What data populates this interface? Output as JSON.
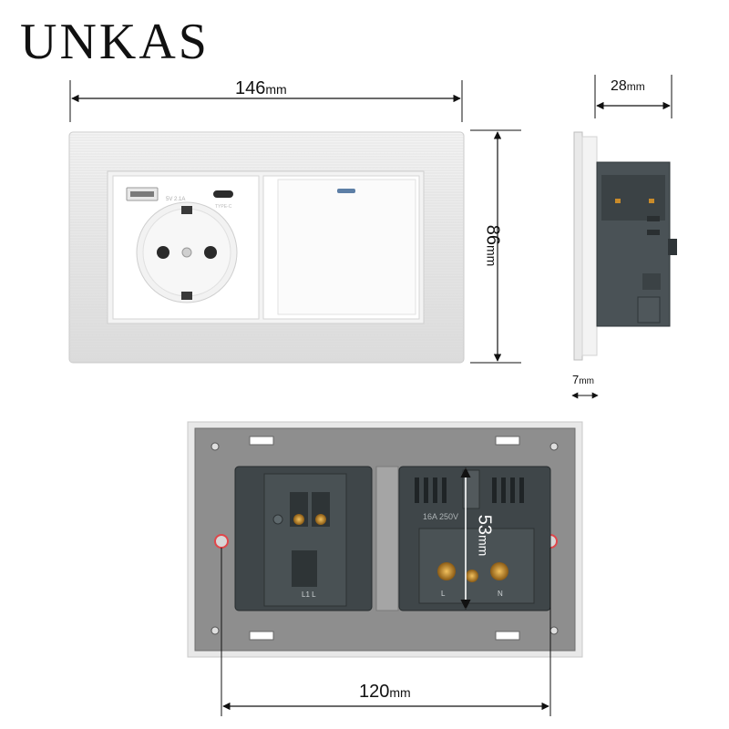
{
  "brand": "UNKAS",
  "dimensions": {
    "width": {
      "value": "146",
      "unit": "mm"
    },
    "height": {
      "value": "86",
      "unit": "mm"
    },
    "depth": {
      "value": "28",
      "unit": "mm"
    },
    "plate_thickness": {
      "value": "7",
      "unit": "mm"
    },
    "mount_spacing": {
      "value": "120",
      "unit": "mm"
    },
    "inner_height": {
      "value": "53",
      "unit": "mm"
    }
  },
  "socket_module": {
    "usb_a_label": "5V 2.1A",
    "usb_c_label": "TYPE-C"
  },
  "back_markings": {
    "rating": "16A 250V",
    "live": "L",
    "neutral": "N",
    "switch_terminals": "L1 L"
  },
  "colors": {
    "plate": "#ececec",
    "module_body": "#3f4649",
    "back_frame": "#8f8f8f",
    "accent_red": "#e0464a"
  }
}
